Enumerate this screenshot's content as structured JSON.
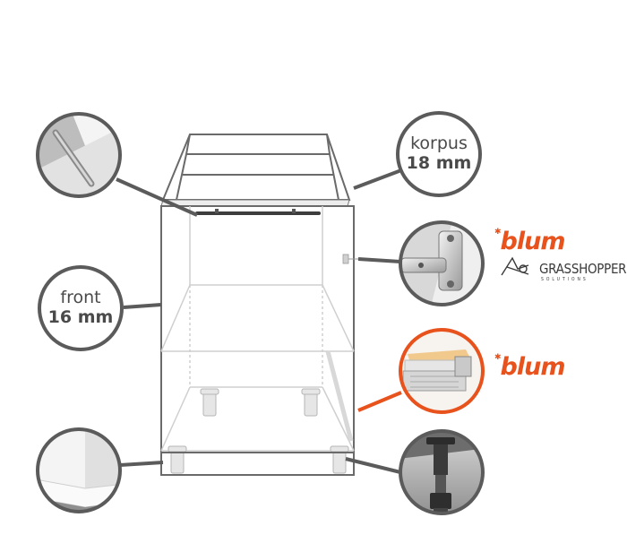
{
  "labels": {
    "korpus": {
      "line1": "korpus",
      "line2": "18 mm"
    },
    "front": {
      "line1": "front",
      "line2": "16 mm"
    }
  },
  "brands": {
    "blum_top": "blum",
    "grasshopper_main": "GRASSHOPPER",
    "grasshopper_sub": "SOLUTIONS",
    "blum_drawer": "blum"
  },
  "callouts": [
    {
      "name": "handle-detail",
      "icon": "handle-rail-icon"
    },
    {
      "name": "hinge-detail",
      "icon": "hinge-icon"
    },
    {
      "name": "drawer-runner-detail",
      "icon": "drawer-runner-icon",
      "highlight": "#e8521c"
    },
    {
      "name": "plinth-detail",
      "icon": "plinth-icon"
    },
    {
      "name": "adjustable-leg-detail",
      "icon": "adjustable-leg-icon"
    }
  ],
  "colors": {
    "outline": "#5b5b5b",
    "accent": "#e8521c"
  }
}
